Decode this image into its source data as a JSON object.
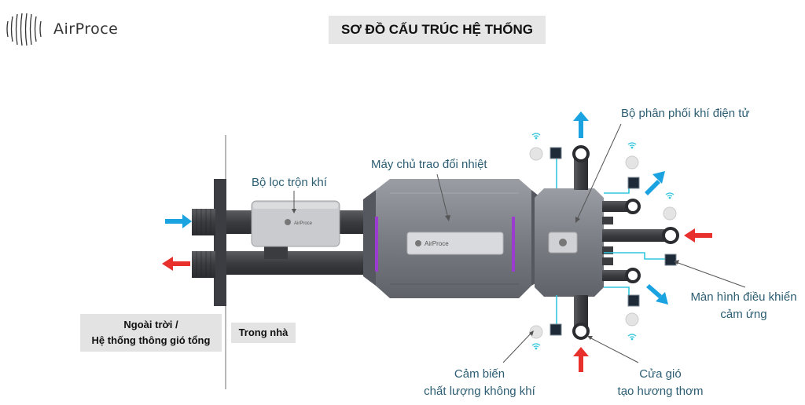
{
  "brand": {
    "name": "AirProce"
  },
  "title": "SƠ ĐỒ CẤU TRÚC HỆ THỐNG",
  "labels": {
    "filter": "Bộ lọc trộn khí",
    "main_unit": "Máy chủ trao đổi nhiệt",
    "distributor": "Bộ phân phối khí điện tử",
    "screen_line1": "Màn hình điều khiển",
    "screen_line2": "cảm ứng",
    "sensor_line1": "Cảm biến",
    "sensor_line2": "chất lượng không khí",
    "vent_line1": "Cửa gió",
    "vent_line2": "tạo hương thơm"
  },
  "zones": {
    "outdoor_line1": "Ngoài trời /",
    "outdoor_line2": "Hệ thống thông gió tổng",
    "indoor": "Trong nhà"
  },
  "device_labels": {
    "filter_brand": "AirProce",
    "main_brand": "AirProce"
  },
  "colors": {
    "blue_arrow": "#1aa3e0",
    "red_arrow": "#e8302c",
    "cyan_line": "#33c6dd",
    "body": "#75787f",
    "accent": "#9b3bd0"
  }
}
